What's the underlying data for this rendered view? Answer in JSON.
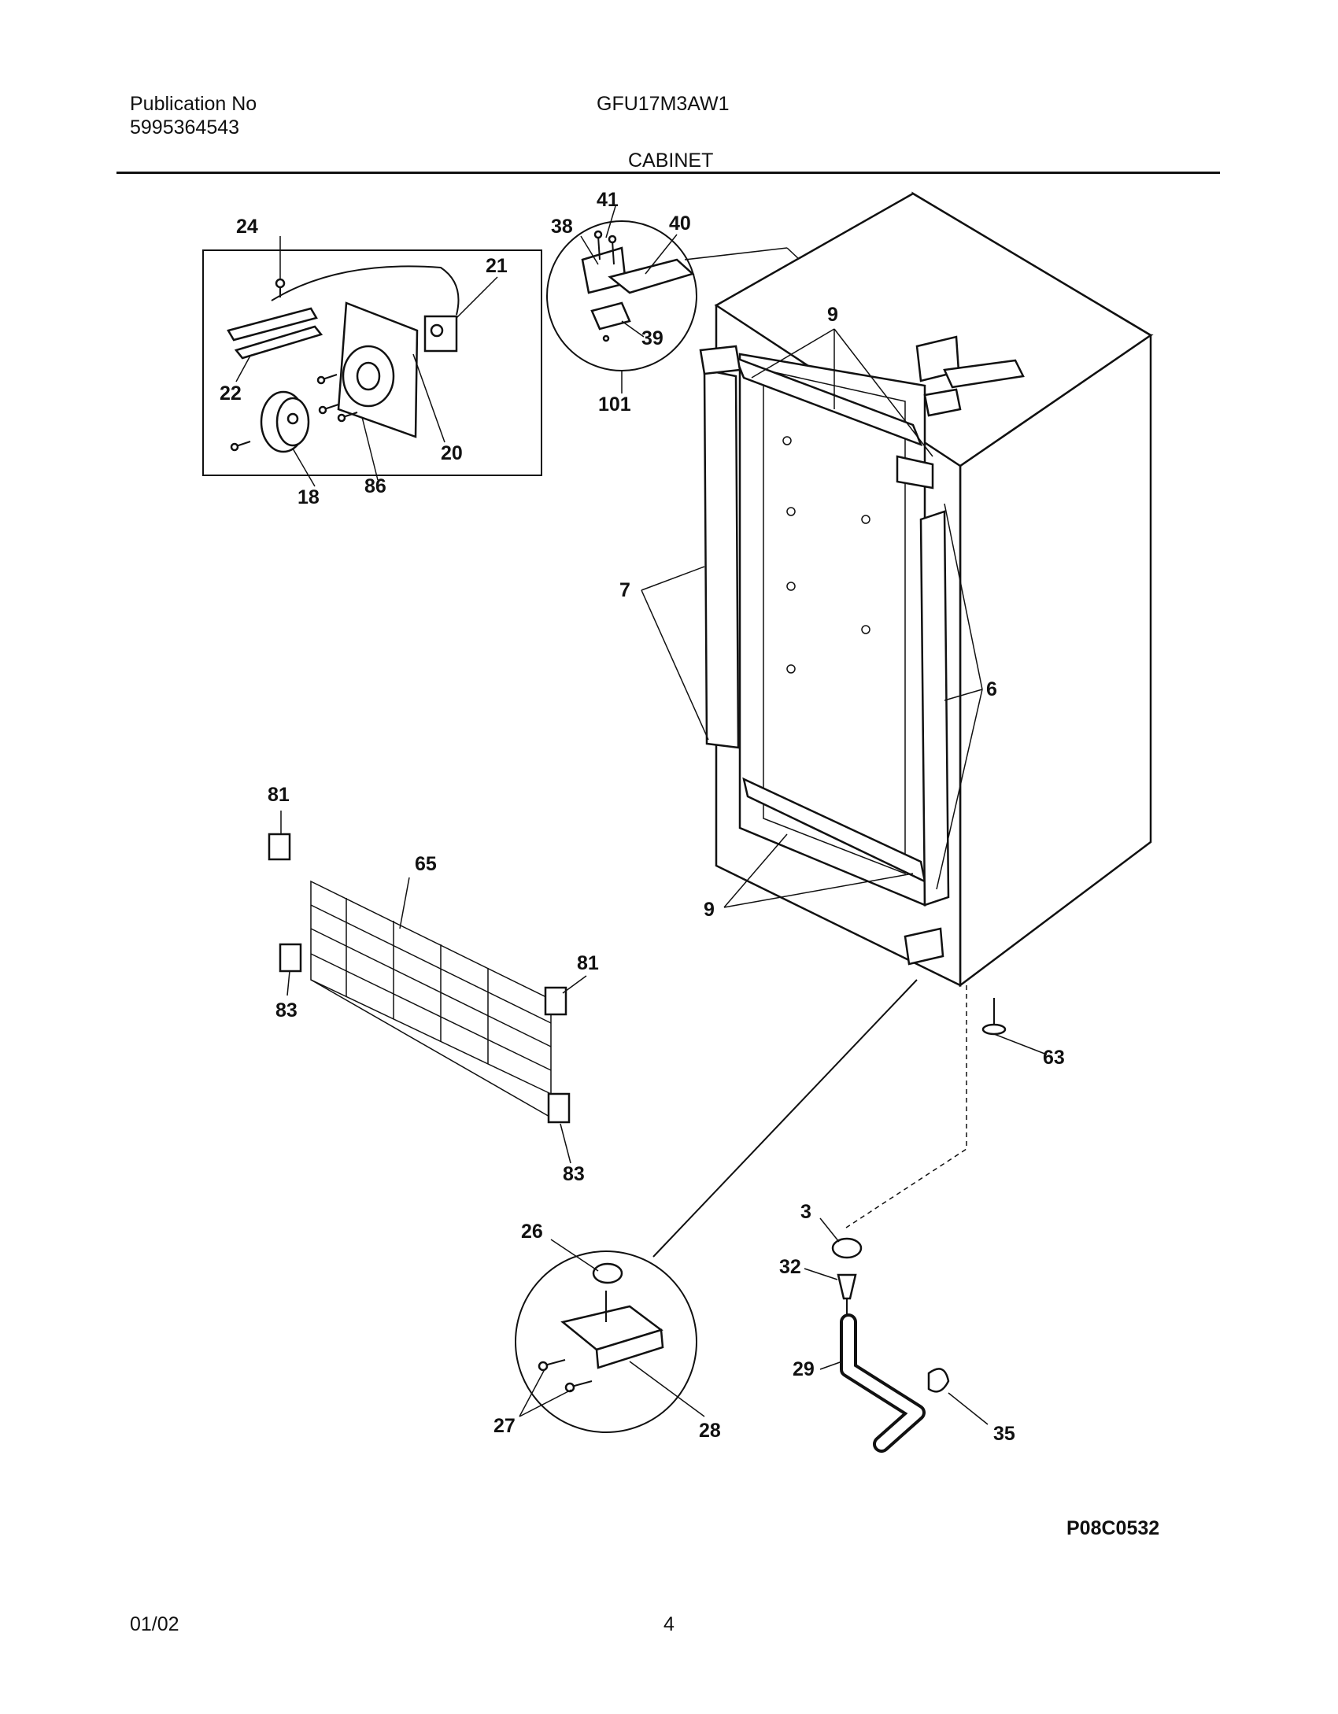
{
  "header": {
    "publication_label": "Publication No",
    "publication_number": "5995364543",
    "model": "GFU17M3AW1",
    "section": "CABINET"
  },
  "diagram": {
    "callouts": {
      "c24": "24",
      "c21": "21",
      "c22": "22",
      "c20": "20",
      "c18": "18",
      "c86": "86",
      "c41": "41",
      "c38": "38",
      "c40": "40",
      "c39": "39",
      "c101": "101",
      "c9a": "9",
      "c9b": "9",
      "c7": "7",
      "c6": "6",
      "c81a": "81",
      "c65": "65",
      "c81b": "81",
      "c83a": "83",
      "c83b": "83",
      "c63": "63",
      "c3": "3",
      "c32": "32",
      "c29": "29",
      "c35": "35",
      "c26": "26",
      "c27": "27",
      "c28": "28"
    },
    "figure_code": "P08C0532"
  },
  "footer": {
    "date": "01/02",
    "page": "4"
  }
}
